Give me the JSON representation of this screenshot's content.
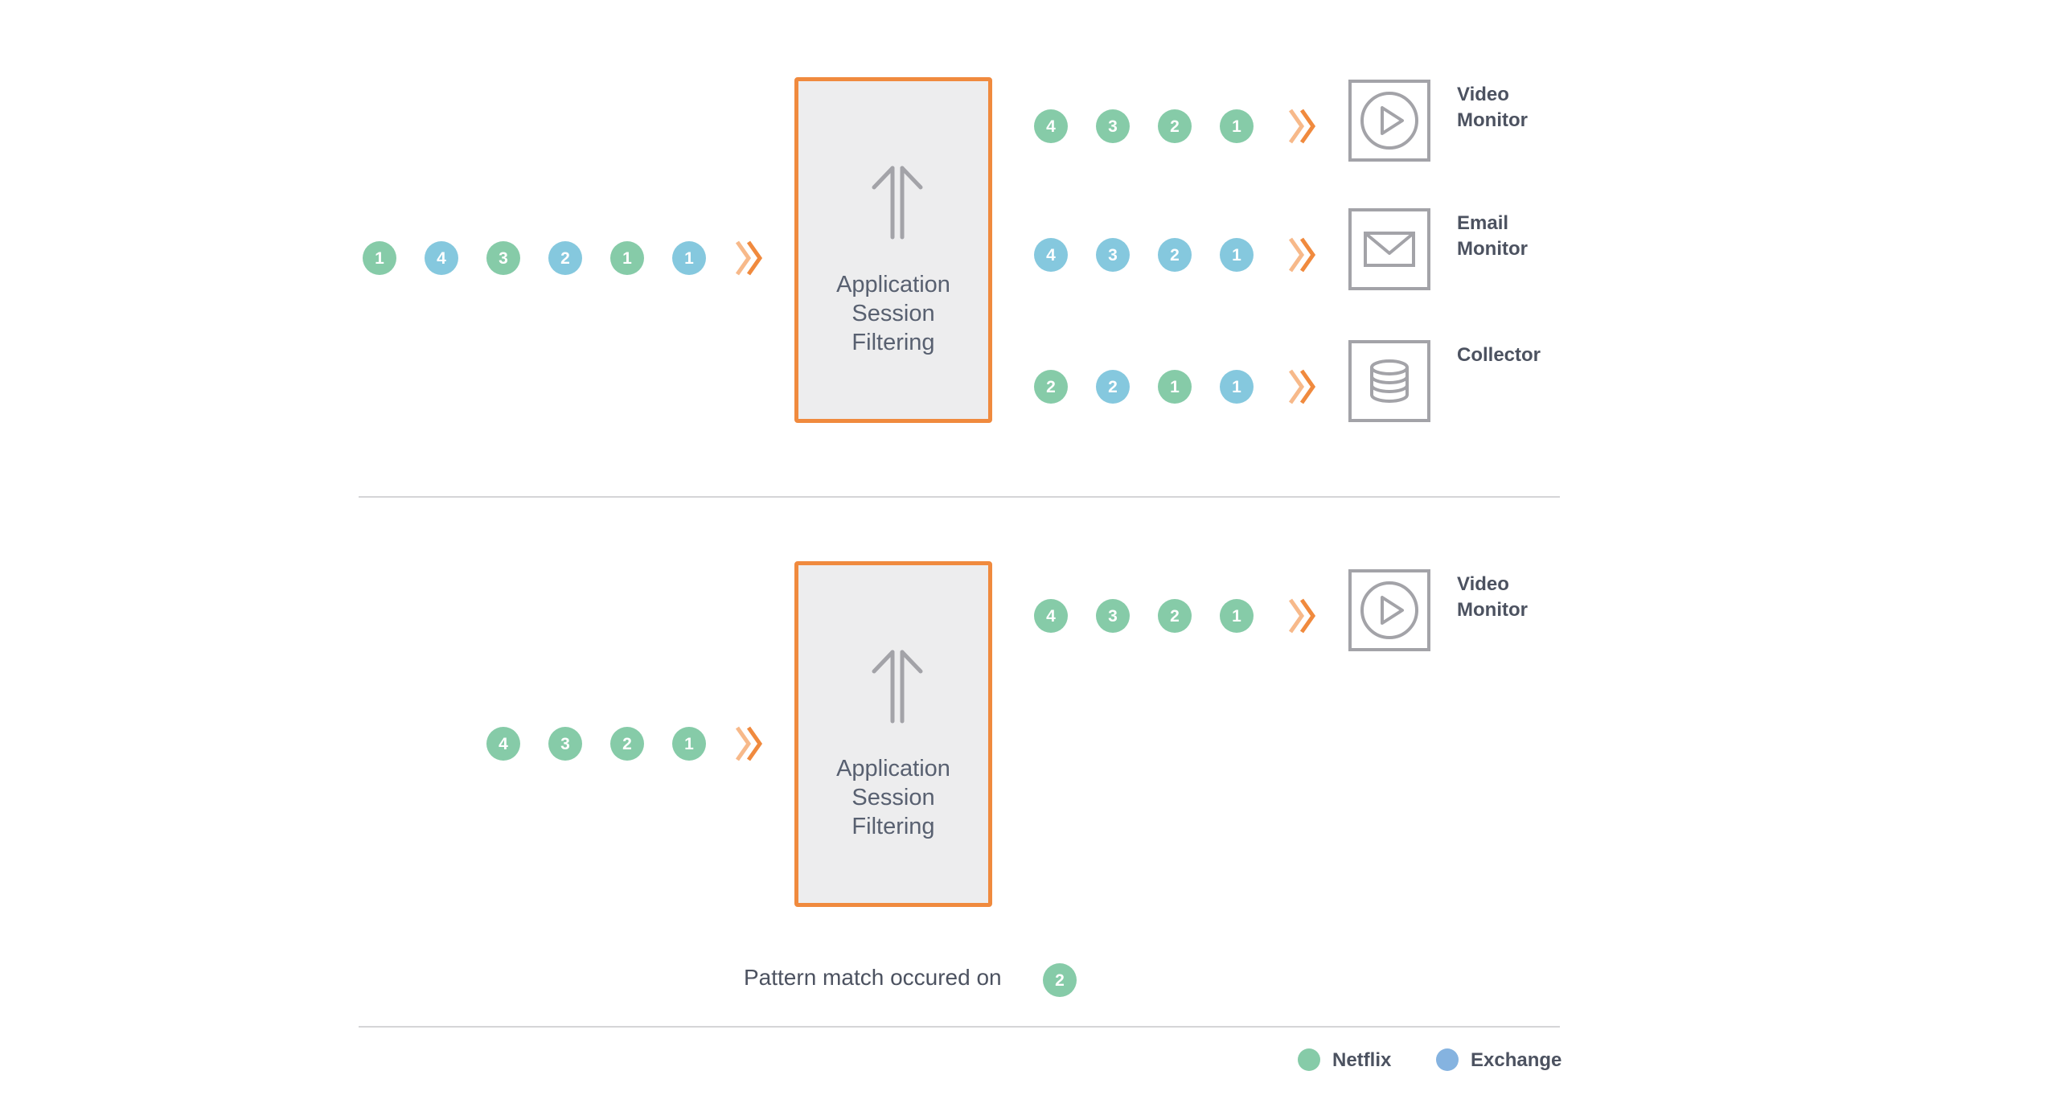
{
  "colors": {
    "netflix": "#86cba8",
    "exchange": "#85c8de",
    "accent": "#f08a3e",
    "icon_stroke": "#a3a3a8",
    "box_fill": "#ededee"
  },
  "top": {
    "input": [
      {
        "n": "1",
        "app": "netflix"
      },
      {
        "n": "4",
        "app": "exchange"
      },
      {
        "n": "3",
        "app": "netflix"
      },
      {
        "n": "2",
        "app": "exchange"
      },
      {
        "n": "1",
        "app": "netflix"
      },
      {
        "n": "1",
        "app": "exchange"
      }
    ],
    "box_label": [
      "Application",
      "Session",
      "Filtering"
    ],
    "outputs": [
      {
        "dots": [
          {
            "n": "4",
            "app": "netflix"
          },
          {
            "n": "3",
            "app": "netflix"
          },
          {
            "n": "2",
            "app": "netflix"
          },
          {
            "n": "1",
            "app": "netflix"
          }
        ],
        "icon": "play-icon",
        "label": [
          "Video",
          "Monitor"
        ]
      },
      {
        "dots": [
          {
            "n": "4",
            "app": "exchange"
          },
          {
            "n": "3",
            "app": "exchange"
          },
          {
            "n": "2",
            "app": "exchange"
          },
          {
            "n": "1",
            "app": "exchange"
          }
        ],
        "icon": "envelope-icon",
        "label": [
          "Email",
          "Monitor"
        ]
      },
      {
        "dots": [
          {
            "n": "2",
            "app": "netflix"
          },
          {
            "n": "2",
            "app": "exchange"
          },
          {
            "n": "1",
            "app": "netflix"
          },
          {
            "n": "1",
            "app": "exchange"
          }
        ],
        "icon": "database-icon",
        "label": [
          "Collector"
        ]
      }
    ]
  },
  "bottom": {
    "input": [
      {
        "n": "4",
        "app": "netflix"
      },
      {
        "n": "3",
        "app": "netflix"
      },
      {
        "n": "2",
        "app": "netflix"
      },
      {
        "n": "1",
        "app": "netflix"
      }
    ],
    "box_label": [
      "Application",
      "Session",
      "Filtering"
    ],
    "outputs": [
      {
        "dots": [
          {
            "n": "4",
            "app": "netflix"
          },
          {
            "n": "3",
            "app": "netflix"
          },
          {
            "n": "2",
            "app": "netflix"
          },
          {
            "n": "1",
            "app": "netflix"
          }
        ],
        "icon": "play-icon",
        "label": [
          "Video",
          "Monitor"
        ]
      }
    ],
    "pattern_note": "Pattern match occured on",
    "pattern_dot": {
      "n": "2",
      "app": "netflix"
    }
  },
  "legend": [
    {
      "label": "Netflix",
      "color": "#86cba8"
    },
    {
      "label": "Exchange",
      "color": "#85b3e0"
    }
  ]
}
